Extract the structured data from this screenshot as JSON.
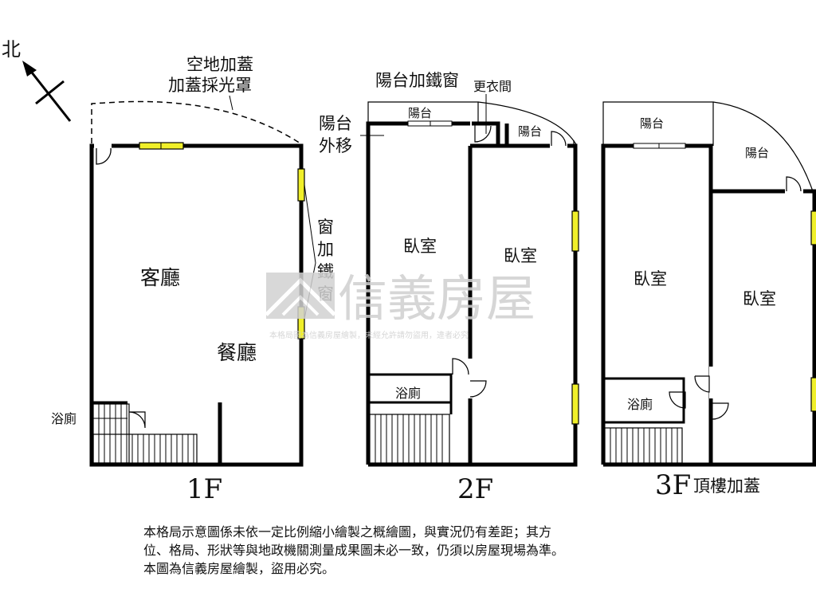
{
  "compass": {
    "north_label": "北"
  },
  "floor1": {
    "label": "1F",
    "annex_note_line1": "空地加蓋",
    "annex_note_line2": "加蓋採光罩",
    "window_note": [
      "窗",
      "加",
      "鐵",
      "窗"
    ],
    "rooms": {
      "living": "客廳",
      "dining": "餐廳",
      "bath": "浴廁"
    }
  },
  "floor2": {
    "label": "2F",
    "top_note": "陽台加鐵窗",
    "closet": "更衣間",
    "balcony_move_line1": "陽台",
    "balcony_move_line2": "外移",
    "rooms": {
      "balcony_left": "陽台",
      "balcony_right": "陽台",
      "bedroom_left": "臥室",
      "bedroom_right": "臥室",
      "bath": "浴廁"
    }
  },
  "floor3": {
    "label": "3F",
    "suffix": "頂樓加蓋",
    "rooms": {
      "balcony_left": "陽台",
      "balcony_right": "陽台",
      "bedroom_left": "臥室",
      "bedroom_right": "臥室",
      "bath": "浴廁"
    }
  },
  "watermark": {
    "brand": "信義房屋",
    "notice": "本格局圖為信義房屋繪製，未經允許請勿盜用，違者必究"
  },
  "disclaimer": [
    "本格局示意圖係未依一定比例縮小繪製之概繪圖，與實況仍有差距；其方",
    "位、格局、形狀等與地政機關測量成果圖未必一致，仍須以房屋現場為準。",
    "本圖為信義房屋繪製，盜用必究。"
  ],
  "colors": {
    "wall": "#000000",
    "window": "#f0ef2a"
  }
}
